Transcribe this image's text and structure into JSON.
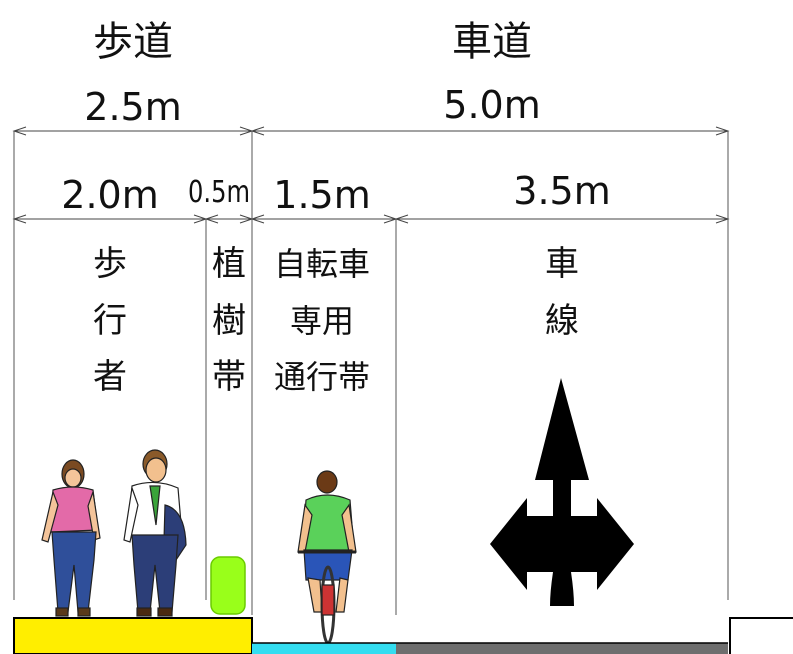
{
  "header": {
    "sidewalk": {
      "title": "歩道",
      "width": "2.5m"
    },
    "roadway": {
      "title": "車道",
      "width": "5.0m"
    }
  },
  "widths": {
    "pedestrian": "2.0m",
    "planting": "0.5m",
    "bicycle": "1.5m",
    "car_lane": "3.5m"
  },
  "zones": {
    "pedestrian": [
      "歩",
      "行",
      "者"
    ],
    "planting": [
      "植",
      "樹",
      "帯"
    ],
    "bicycle": [
      "自転車",
      "専用",
      "通行帯"
    ],
    "car_lane": [
      "車",
      "線"
    ]
  },
  "colors": {
    "sidewalk_surface": "#ffee00",
    "bike_lane_surface": "#33ddf0",
    "car_lane_surface": "#6e6e6e",
    "shrub": "#99ff1a",
    "arrow": "#000000"
  },
  "icons": {
    "pedestrians": "pedestrian-figures-icon",
    "cyclist": "cyclist-icon",
    "shrub": "shrub-icon",
    "lane_arrow": "straight-left-right-arrow-icon"
  }
}
